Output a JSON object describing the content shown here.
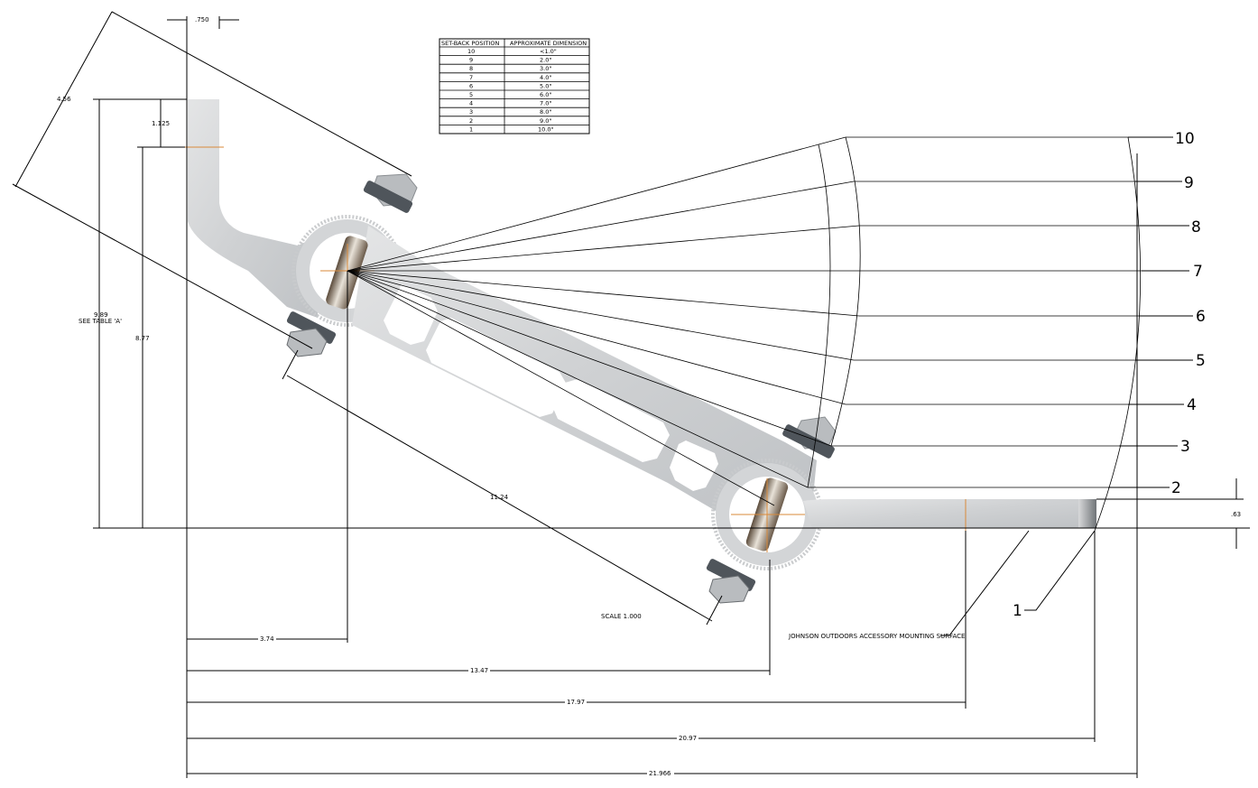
{
  "table": {
    "headers": [
      "SET-BACK POSITION",
      "APPROXIMATE DIMENSION"
    ],
    "rows": [
      [
        "10",
        "<1.0\""
      ],
      [
        "9",
        "2.0\""
      ],
      [
        "8",
        "3.0\""
      ],
      [
        "7",
        "4.0\""
      ],
      [
        "6",
        "5.0\""
      ],
      [
        "5",
        "6.0\""
      ],
      [
        "4",
        "7.0\""
      ],
      [
        "3",
        "8.0\""
      ],
      [
        "2",
        "9.0\""
      ],
      [
        "1",
        "10.0\""
      ]
    ]
  },
  "positions": [
    "10",
    "9",
    "8",
    "7",
    "6",
    "5",
    "4",
    "3",
    "2",
    "1"
  ],
  "dimensions": {
    "top_width": ".750",
    "diagonal_top": "4.56",
    "stub_height": "1.125",
    "total_height": "9.89",
    "total_height_note": "SEE TABLE 'A'",
    "inner_height": "8.77",
    "center_distance": "11.24",
    "plate_thickness": ".63",
    "h_3_74": "3.74",
    "h_13_47": "13.47",
    "h_17_97": "17.97",
    "h_20_97": "20.97",
    "h_21_966": "21.966"
  },
  "scale_label": "SCALE  1.000",
  "callout": "JOHNSON OUTDOORS ACCESSORY MOUNTING SURFACE",
  "colors": {
    "line": "#000000",
    "part": "#d4d6d8",
    "centerline": "#d98a3a",
    "hardware": "#5b6066"
  }
}
